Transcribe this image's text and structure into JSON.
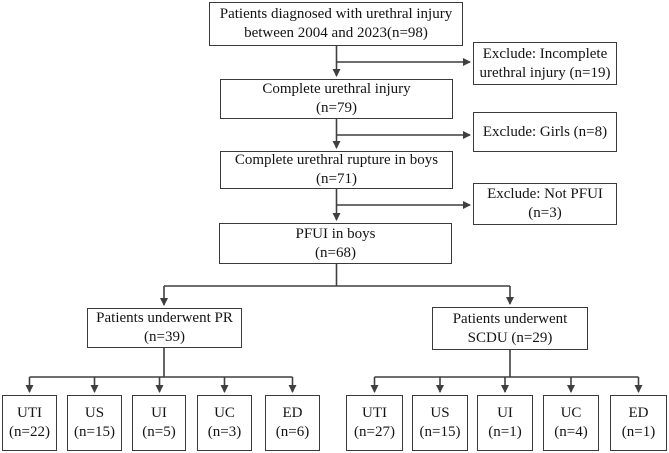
{
  "figure": {
    "type": "flowchart",
    "background_color": "#ffffff",
    "line_color": "#3f3f3f",
    "border_color": "#3a3a3a",
    "text_color": "#141414"
  },
  "nodes": {
    "diagnosed": {
      "line1": "Patients diagnosed with urethral injury",
      "line2": "between 2004 and 2023(n=98)"
    },
    "complete_injury": {
      "line1": "Complete urethral injury",
      "line2": "(n=79)"
    },
    "rupture_boys": {
      "line1": "Complete urethral rupture in boys",
      "line2": "(n=71)"
    },
    "pfui_boys": {
      "line1": "PFUI in boys",
      "line2": "(n=68)"
    },
    "pr": {
      "line1": "Patients underwent PR",
      "line2": "(n=39)"
    },
    "scdu": {
      "line1": "Patients underwent",
      "line2": "SCDU (n=29)"
    }
  },
  "exclusions": {
    "incomplete": {
      "line1": "Exclude: Incomplete",
      "line2": "urethral injury (n=19)"
    },
    "girls": {
      "line1": "Exclude: Girls (n=8)"
    },
    "not_pfui": {
      "line1": "Exclude: Not PFUI",
      "line2": "(n=3)"
    }
  },
  "pr_outcomes": [
    {
      "label": "UTI",
      "count": "(n=22)"
    },
    {
      "label": "US",
      "count": "(n=15)"
    },
    {
      "label": "UI",
      "count": "(n=5)"
    },
    {
      "label": "UC",
      "count": "(n=3)"
    },
    {
      "label": "ED",
      "count": "(n=6)"
    }
  ],
  "scdu_outcomes": [
    {
      "label": "UTI",
      "count": "(n=27)"
    },
    {
      "label": "US",
      "count": "(n=15)"
    },
    {
      "label": "UI",
      "count": "(n=1)"
    },
    {
      "label": "UC",
      "count": "(n=4)"
    },
    {
      "label": "ED",
      "count": "(n=1)"
    }
  ]
}
